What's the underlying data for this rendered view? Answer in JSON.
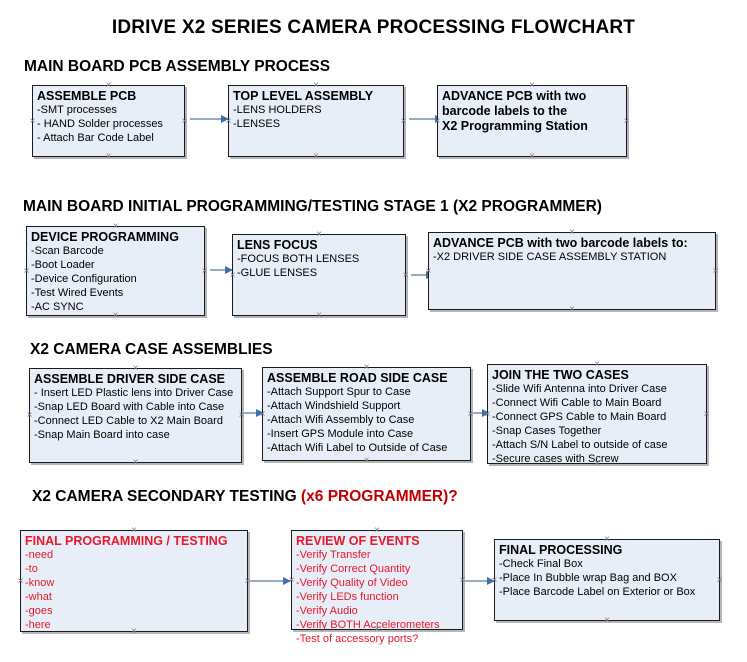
{
  "title": "IDRIVE X2  SERIES CAMERA PROCESSING FLOWCHART",
  "sections": [
    {
      "id": "main-board-pcb-assembly-process",
      "header": "MAIN BOARD PCB ASSEMBLY PROCESS",
      "header_accent": "",
      "nodes": [
        {
          "id": "assemble-pcb",
          "title": "ASSEMBLE PCB",
          "lines": [
            "-SMT processes",
            "- HAND Solder processes",
            "- Attach Bar Code Label"
          ]
        },
        {
          "id": "top-level-assembly",
          "title": "TOP LEVEL ASSEMBLY",
          "lines": [
            "-LENS HOLDERS",
            "-LENSES"
          ]
        },
        {
          "id": "advance-pcb-programming-station",
          "title": "ADVANCE PCB with two",
          "lines": [
            "barcode labels to the",
            " X2 Programming Station"
          ]
        }
      ]
    },
    {
      "id": "main-board-initial-programming",
      "header": "MAIN BOARD INITIAL PROGRAMMING/TESTING STAGE 1 (X2 PROGRAMMER)",
      "header_accent": "",
      "nodes": [
        {
          "id": "device-programming",
          "title": "DEVICE PROGRAMMING",
          "lines": [
            "-Scan Barcode",
            "-Boot Loader",
            "-Device Configuration",
            "-Test Wired Events",
            "-AC SYNC"
          ]
        },
        {
          "id": "lens-focus",
          "title": "LENS FOCUS",
          "lines": [
            "-FOCUS BOTH LENSES",
            "-GLUE LENSES"
          ]
        },
        {
          "id": "advance-pcb-driver-side-case",
          "title": "ADVANCE PCB with two barcode labels to:",
          "lines": [
            "-X2 DRIVER  SIDE  CASE  ASSEMBLY STATION"
          ]
        }
      ]
    },
    {
      "id": "x2-camera-case-assemblies",
      "header": "X2 CAMERA CASE ASSEMBLIES",
      "header_accent": "",
      "nodes": [
        {
          "id": "assemble-driver-side-case",
          "title": "ASSEMBLE DRIVER SIDE CASE",
          "lines": [
            "- Insert LED Plastic lens into Driver Case",
            "-Snap LED Board with Cable into Case",
            "-Connect LED Cable to X2 Main Board",
            "-Snap Main Board into case"
          ]
        },
        {
          "id": "assemble-road-side-case",
          "title": "ASSEMBLE ROAD SIDE CASE",
          "lines": [
            "-Attach Support Spur to Case",
            "-Attach Windshield Support",
            "-Attach Wifi Assembly to Case",
            "-Insert GPS Module into Case",
            "-Attach Wifi Label to Outside of Case"
          ]
        },
        {
          "id": "join-the-two-cases",
          "title": "JOIN THE TWO CASES",
          "lines": [
            "-Slide Wifi Antenna into Driver Case",
            "-Connect Wifi Cable to Main Board",
            "-Connect GPS Cable to Main Board",
            "-Snap Cases Together",
            "-Attach S/N Label to outside of case",
            "-Secure cases with Screw"
          ]
        }
      ]
    },
    {
      "id": "x2-camera-secondary-testing",
      "header": "X2 CAMERA SECONDARY TESTING  ",
      "header_accent": "(x6 PROGRAMMER)?",
      "nodes": [
        {
          "id": "final-programming-testing",
          "title": "FINAL PROGRAMMING / TESTING",
          "lines": [
            "-need",
            "-to",
            "-know",
            "-what",
            "-goes",
            "-here"
          ]
        },
        {
          "id": "review-of-events",
          "title": "REVIEW OF EVENTS",
          "lines": [
            "-Verify Transfer",
            "-Verify Correct Quantity",
            "-Verify Quality of Video",
            "-Verify LEDs function",
            "-Verify Audio",
            "-Verify BOTH Accelerometers",
            "-Test of accessory ports?"
          ]
        },
        {
          "id": "final-processing",
          "title": "FINAL PROCESSING",
          "lines": [
            " -Check Final Box",
            "-Place In Bubble wrap Bag and BOX",
            "-Place Barcode Label on Exterior or Box"
          ]
        }
      ]
    }
  ],
  "handle_glyph": "×",
  "colors": {
    "node_fill": "#e8eef7",
    "node_border": "#1a1a1a",
    "connector": "#9aabbf",
    "arrowhead": "#3f6fa8",
    "accent_red": "#c00000",
    "node_red_text": "#e8192c",
    "background": "#ffffff"
  }
}
